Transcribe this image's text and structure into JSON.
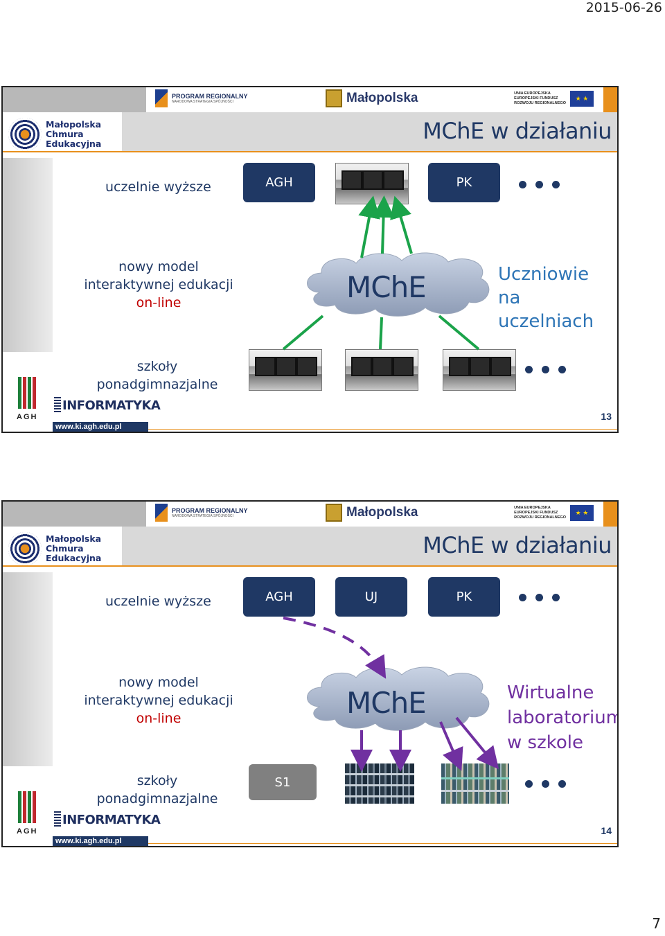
{
  "page": {
    "date": "2015-06-26",
    "number": "7"
  },
  "header": {
    "program": {
      "line1": "PROGRAM REGIONALNY",
      "line2": "NARODOWA STRATEGIA SPÓJNOŚCI"
    },
    "malopolska": "Małopolska",
    "ue": {
      "line1": "UNIA EUROPEJSKA",
      "line2": "EUROPEJSKI FUNDUSZ",
      "line3": "ROZWOJU REGIONALNEGO"
    },
    "mce": {
      "line1": "Małopolska",
      "line2": "Chmura",
      "line3": "Edukacyjna"
    }
  },
  "footer": {
    "informatyka": "INFORMATYKA",
    "agh": "AGH",
    "url": "www.ki.agh.edu.pl"
  },
  "slides": [
    {
      "title": "MChE w działaniu",
      "number": "13",
      "row1_label": "uczelnie wyższe",
      "boxes": [
        "AGH",
        "PK"
      ],
      "middle_label": {
        "line1": "nowy model",
        "line2": "interaktywnej edukacji",
        "line3": "on-line"
      },
      "cloud": "MChE",
      "side_text": {
        "line1": "Uczniowie",
        "line2": "na uczelniach"
      },
      "row3_label": {
        "line1": "szkoły",
        "line2": "ponadgimnazjalne"
      },
      "arrow_color": "#1ba34a"
    },
    {
      "title": "MChE w działaniu",
      "number": "14",
      "row1_label": "uczelnie wyższe",
      "boxes": [
        "AGH",
        "UJ",
        "PK"
      ],
      "middle_label": {
        "line1": "nowy model",
        "line2": "interaktywnej edukacji",
        "line3": "on-line"
      },
      "cloud": "MChE",
      "side_text": {
        "line1": "Wirtualne",
        "line2": "laboratorium",
        "line3": "w szkole"
      },
      "row3_label": {
        "line1": "szkoły",
        "line2": "ponadgimnazjalne"
      },
      "school_box": "S1",
      "arrow_color": "#7030a0"
    }
  ]
}
